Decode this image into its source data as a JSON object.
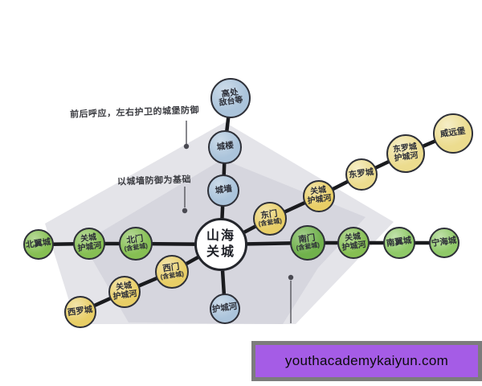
{
  "colors": {
    "node_blue": "#abc4db",
    "node_yellow": "#e8ce66",
    "node_yellow_pale": "#ecdc8e",
    "node_green": "#86bf53",
    "node_green_dark": "#70b14c",
    "node_green_light": "#8fc968",
    "edge": "#1a1b1e",
    "poly_light": "#e4e4e9",
    "poly_dark": "#d6d6de",
    "leader": "#55555c",
    "watermark_bg": "#a55ce6",
    "watermark_border": "#7c7c7c"
  },
  "diagram": {
    "center": {
      "l1": "山海",
      "l2": "关城"
    },
    "annotations": {
      "castle_defense": "前后呼应，左右护卫的城堡防御",
      "wall_base": "以城墙防御为基础"
    },
    "nodes": {
      "gaochu": {
        "l1": "高处",
        "l2": "敌台等"
      },
      "chenglou": {
        "l1": "城楼"
      },
      "chengqiang": {
        "l1": "城墙"
      },
      "huchenghe_s": {
        "l1": "护城河"
      },
      "dongmen": {
        "l1": "东门",
        "l2": "(含瓮城)"
      },
      "guancheng_huchenghe_e": {
        "l1": "关城",
        "l2": "护城河"
      },
      "dongluocheng": {
        "l1": "东罗城"
      },
      "dongluocheng_huchenghe": {
        "l1": "东罗城",
        "l2": "护城河"
      },
      "weiyuanbao": {
        "l1": "威远堡"
      },
      "nanmen": {
        "l1": "南门",
        "l2": "(含瓮城)"
      },
      "guancheng_huchenghe_se": {
        "l1": "关城",
        "l2": "护城河"
      },
      "nanyicheng": {
        "l1": "南翼城"
      },
      "ninghaicheng": {
        "l1": "宁海城"
      },
      "beimen": {
        "l1": "北门",
        "l2": "(含瓮城)"
      },
      "guancheng_huchenghe_w": {
        "l1": "关城",
        "l2": "护城河"
      },
      "beiyicheng": {
        "l1": "北翼城"
      },
      "ximen": {
        "l1": "西门",
        "l2": "(含瓮城)"
      },
      "guancheng_huchenghe_sw": {
        "l1": "关城",
        "l2": "护城河"
      },
      "xiluocheng": {
        "l1": "西罗城"
      }
    }
  },
  "watermark": {
    "text": "youthacademykaiyun.com"
  }
}
